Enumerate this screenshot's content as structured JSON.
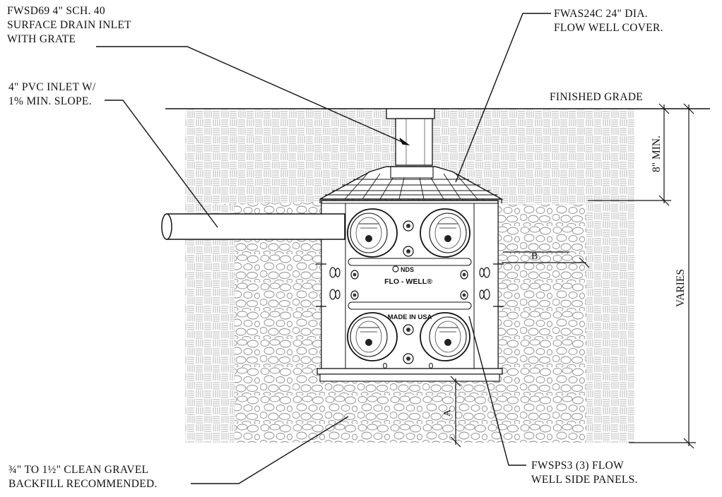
{
  "callouts": {
    "surface_drain": [
      "FWSD69 4\" SCH. 40",
      "SURFACE DRAIN INLET",
      "WITH GRATE"
    ],
    "cover": [
      "FWAS24C 24\" DIA.",
      "FLOW WELL COVER."
    ],
    "pvc_inlet": [
      "4\" PVC INLET W/",
      "1% MIN. SLOPE."
    ],
    "finished_grade": "FINISHED GRADE",
    "gravel_line1_prefix": "¾\" TO 1½\" CLEAN GRAVEL",
    "gravel_line2": "BACKFILL RECOMMENDED.",
    "side_panels": [
      "FWSPS3 (3) FLOW",
      "WELL SIDE PANELS."
    ]
  },
  "dimensions": {
    "min_cover": "8\" MIN.",
    "varies": "VARIES",
    "b": "B",
    "a": "A"
  },
  "unit_markings": {
    "logo_text": "NDS",
    "brand": "FLO - WELL®",
    "made_in": "MADE IN USA"
  },
  "colors": {
    "line": "#111111",
    "hatch": "#9a9a9a",
    "gravel": "#8c8c8c"
  }
}
